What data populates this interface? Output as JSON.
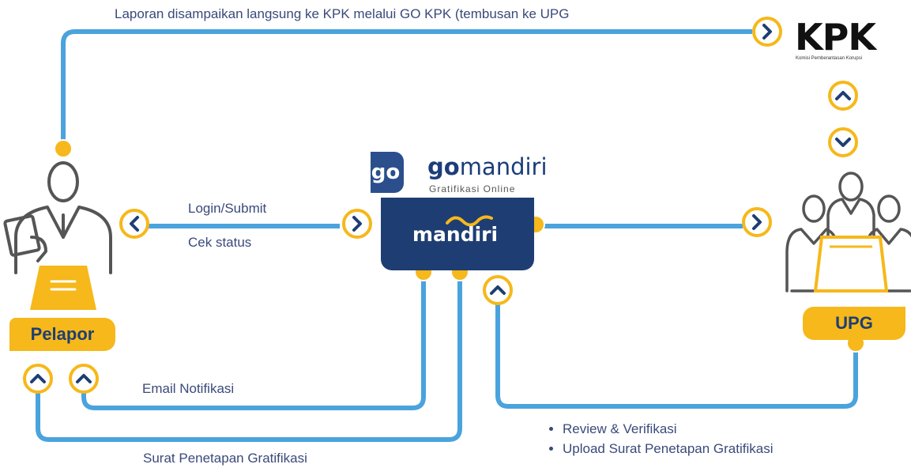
{
  "top_label": "Laporan disampaikan langsung ke KPK melalui GO KPK (tembusan ke UPG",
  "kpk_logo": {
    "text": "KPK",
    "subtitle": "Komisi Pemberantasan Korupsi"
  },
  "gomandiri": {
    "badge": "go",
    "name_bold": "go",
    "name_rest": "mandiri",
    "subtitle": "Gratifikasi Online"
  },
  "mandiri_logo": "mandiri",
  "labels": {
    "login_submit": "Login/Submit",
    "cek_status": "Cek status",
    "email_notifikasi": "Email Notifikasi",
    "surat_penetapan": "Surat Penetapan Gratifikasi"
  },
  "bullets": [
    "Review & Verifikasi",
    "Upload Surat Penetapan Gratifikasi"
  ],
  "actors": {
    "pelapor": "Pelapor",
    "upg": "UPG"
  },
  "icons": {
    "pelapor": "person-with-document-icon",
    "upg": "meeting-group-icon",
    "arrows": "circle-chevron-icon"
  },
  "colors": {
    "line": "#4aa3dd",
    "accent": "#f6b81a",
    "navy": "#1e3e73",
    "text": "#3a4a7a",
    "icon_stroke": "#555555"
  }
}
